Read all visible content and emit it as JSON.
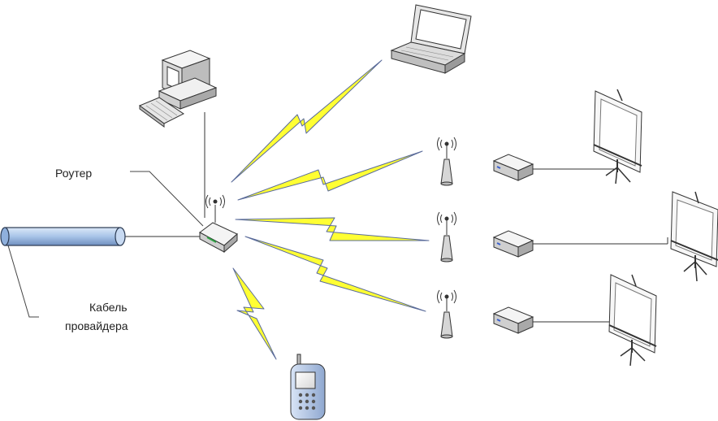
{
  "labels": {
    "router": "Роутер",
    "cable_line1": "Кабель",
    "cable_line2": "провайдера"
  },
  "colors": {
    "bolt_fill": "#ffff33",
    "bolt_stroke": "#5a6b9a",
    "cable_fill": "#a8c4e8",
    "cable_stroke": "#2b3a52",
    "device_fill": "#f2f2f2",
    "line": "#333333"
  }
}
